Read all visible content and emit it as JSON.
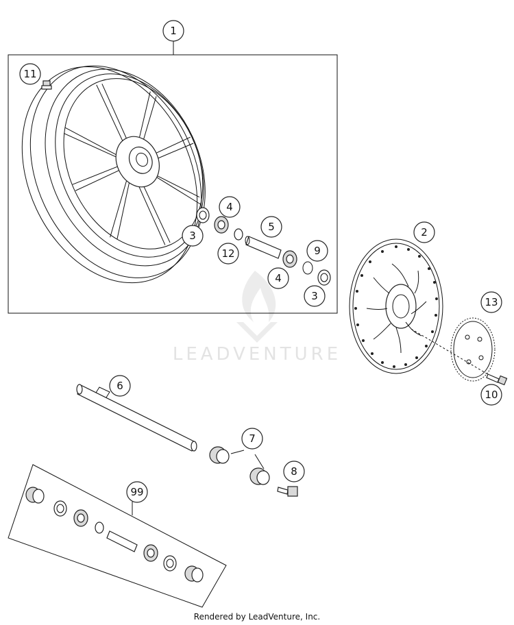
{
  "callouts": {
    "c1": "1",
    "c2": "2",
    "c3a": "3",
    "c3b": "3",
    "c4a": "4",
    "c4b": "4",
    "c5": "5",
    "c6": "6",
    "c7": "7",
    "c8": "8",
    "c9": "9",
    "c10": "10",
    "c11": "11",
    "c12": "12",
    "c13": "13",
    "c99": "99"
  },
  "watermark": {
    "text": "LEADVENTURE"
  },
  "footer": {
    "text": "Rendered by LeadVenture, Inc."
  }
}
